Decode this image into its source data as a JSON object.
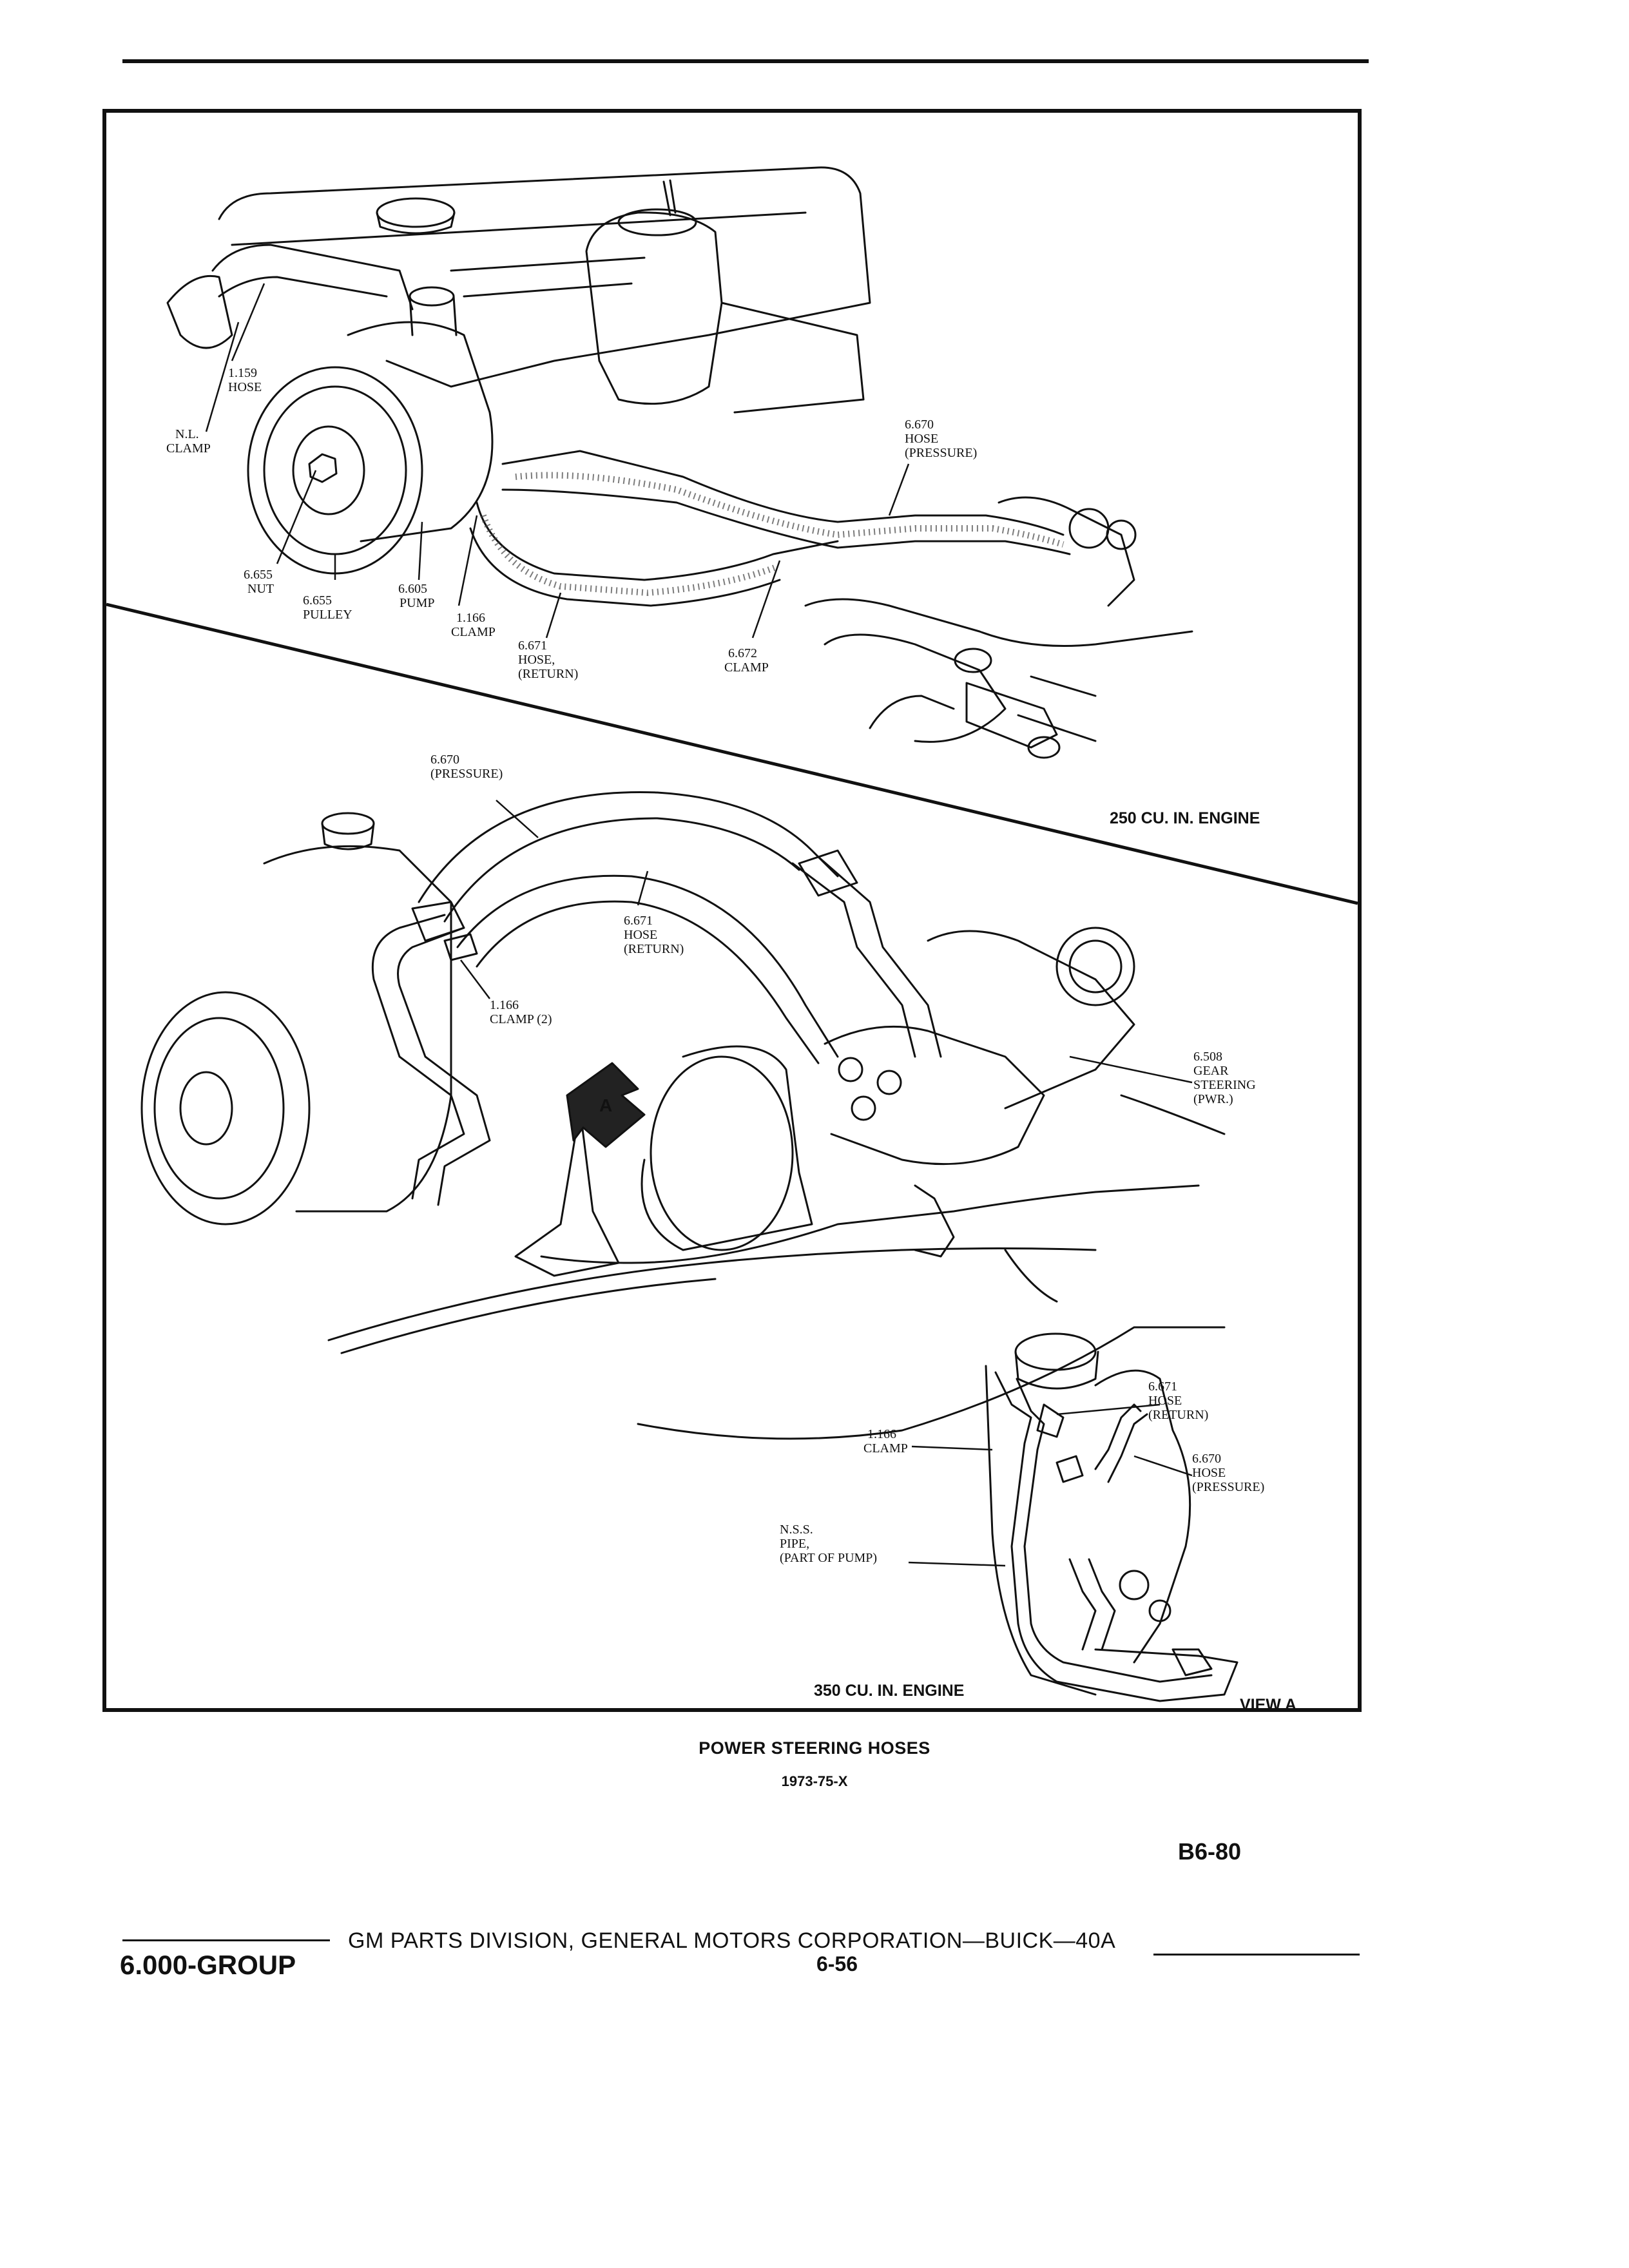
{
  "diagram": {
    "top_view": {
      "engine_label": "250 CU. IN. ENGINE",
      "callouts": [
        {
          "id": "hose_1159",
          "lines": [
            "1.159",
            "HOSE"
          ]
        },
        {
          "id": "nl_clamp",
          "lines": [
            "N.L.",
            "CLAMP"
          ]
        },
        {
          "id": "nut_6655",
          "lines": [
            "6.655",
            "NUT"
          ]
        },
        {
          "id": "pulley_6655",
          "lines": [
            "6.655",
            "PULLEY"
          ]
        },
        {
          "id": "pump_6605",
          "lines": [
            "6.605",
            "PUMP"
          ]
        },
        {
          "id": "clamp_1166",
          "lines": [
            "1.166",
            "CLAMP"
          ]
        },
        {
          "id": "hose_return_6671",
          "lines": [
            "6.671",
            "HOSE,",
            "(RETURN)"
          ]
        },
        {
          "id": "clamp_6672",
          "lines": [
            "6.672",
            "CLAMP"
          ]
        },
        {
          "id": "hose_pressure_6670",
          "lines": [
            "6.670",
            "HOSE",
            "(PRESSURE)"
          ]
        }
      ]
    },
    "bottom_view": {
      "engine_label": "350 CU. IN. ENGINE",
      "view_label": "VIEW A",
      "arrow_letter": "A",
      "callouts": [
        {
          "id": "pressure_6670",
          "lines": [
            "6.670",
            "(PRESSURE)"
          ]
        },
        {
          "id": "hose_return_6671",
          "lines": [
            "6.671",
            "HOSE",
            "(RETURN)"
          ]
        },
        {
          "id": "clamp2_1166",
          "lines": [
            "1.166",
            "CLAMP (2)"
          ]
        },
        {
          "id": "gear_6508",
          "lines": [
            "6.508",
            "GEAR",
            "STEERING",
            "(PWR.)"
          ]
        },
        {
          "id": "viewa_return_6671",
          "lines": [
            "6.671",
            "HOSE",
            "(RETURN)"
          ]
        },
        {
          "id": "viewa_clamp_1166",
          "lines": [
            "1.166",
            "CLAMP"
          ]
        },
        {
          "id": "viewa_pressure_6670",
          "lines": [
            "6.670",
            "HOSE",
            "(PRESSURE)"
          ]
        },
        {
          "id": "nss_pipe",
          "lines": [
            "N.S.S.",
            "PIPE,",
            "(PART OF PUMP)"
          ]
        }
      ]
    }
  },
  "caption": {
    "title": "POWER STEERING HOSES",
    "subtitle": "1973-75-X"
  },
  "page_code": "B6-80",
  "footer": {
    "group": "6.000-GROUP",
    "publisher": "GM PARTS DIVISION, GENERAL MOTORS CORPORATION—BUICK—40A",
    "page_number": "6-56"
  }
}
